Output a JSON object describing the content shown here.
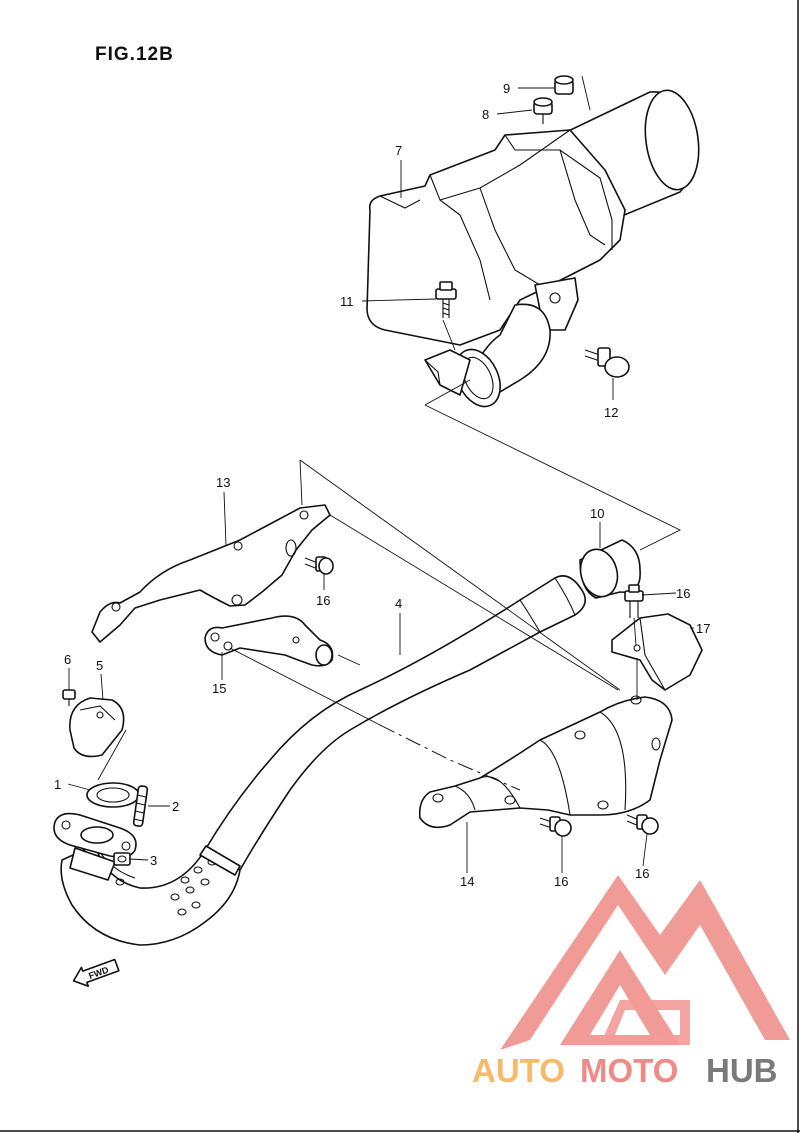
{
  "figure": {
    "title": "FIG.12B"
  },
  "callouts": {
    "c1": "1",
    "c2": "2",
    "c3": "3",
    "c4": "4",
    "c5": "5",
    "c6": "6",
    "c7": "7",
    "c8": "8",
    "c9": "9",
    "c10": "10",
    "c11": "11",
    "c12": "12",
    "c13": "13",
    "c14": "14",
    "c15": "15",
    "c16a": "16",
    "c16b": "16",
    "c16c": "16",
    "c16d": "16",
    "c17": "17"
  },
  "direction_tag": "FWD",
  "watermark": {
    "part1": "AUTO",
    "part2": "MOTO",
    "part3": "HUB"
  },
  "colors": {
    "line": "#111111",
    "watermark_orange": "#f7b96b",
    "watermark_red": "#ef8a86",
    "watermark_gray": "#7a7a7a"
  }
}
